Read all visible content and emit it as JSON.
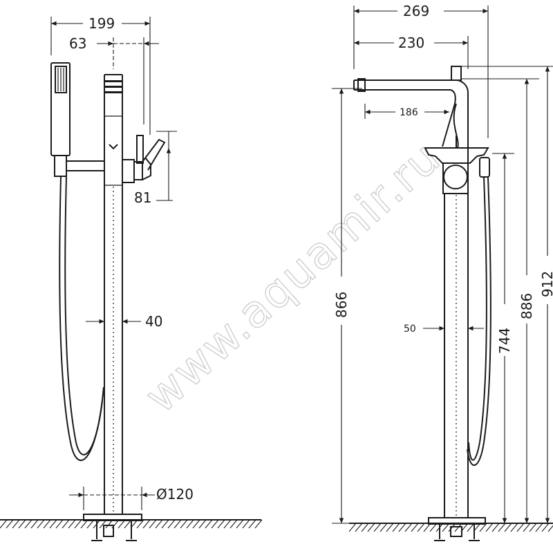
{
  "watermark": "www.aquamir.ru",
  "side_view": {
    "dim_overall_width": "199",
    "dim_spout_offset": "63",
    "dim_handle": "81",
    "dim_pipe_diameter": "40",
    "dim_base_diameter": "Ø120"
  },
  "front_view": {
    "dim_overall_depth": "269",
    "dim_spout_reach": "230",
    "dim_spout_inner": "186",
    "dim_pipe_width": "50",
    "dim_spout_height": "866",
    "dim_handle_height": "744",
    "dim_body_height": "886",
    "dim_total_height": "912"
  }
}
